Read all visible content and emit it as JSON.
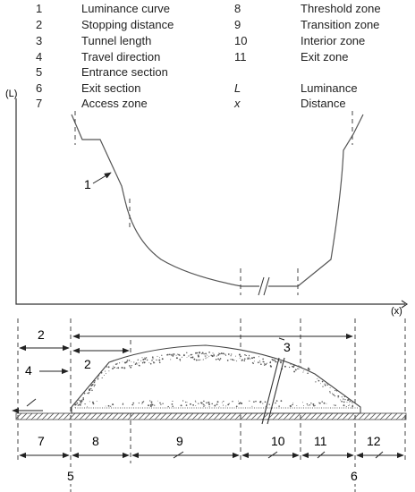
{
  "legend": {
    "left": [
      {
        "key": "1",
        "label": "Luminance curve"
      },
      {
        "key": "2",
        "label": "Stopping distance"
      },
      {
        "key": "3",
        "label": "Tunnel length"
      },
      {
        "key": "4",
        "label": "Travel direction"
      },
      {
        "key": "5",
        "label": "Entrance section"
      },
      {
        "key": "6",
        "label": "Exit section"
      },
      {
        "key": "7",
        "label": "Access zone"
      }
    ],
    "right": [
      {
        "key": "8",
        "label": "Threshold zone"
      },
      {
        "key": "9",
        "label": "Transition zone"
      },
      {
        "key": "10",
        "label": "Interior zone"
      },
      {
        "key": "11",
        "label": "Exit zone"
      },
      {
        "key": "L",
        "label": "Luminance"
      },
      {
        "key": "x",
        "label": "Distance"
      }
    ]
  },
  "graph": {
    "y_axis_label": "(L)",
    "x_axis_label": "(x)",
    "curve_callout": "1"
  },
  "section": {
    "callouts": {
      "stopping_top": "2",
      "travel_direction": "4",
      "stopping_bottom": "2",
      "tunnel_length": "3"
    },
    "zones": [
      "7",
      "8",
      "9",
      "10",
      "11",
      "12"
    ],
    "sections": [
      "5",
      "6"
    ]
  }
}
